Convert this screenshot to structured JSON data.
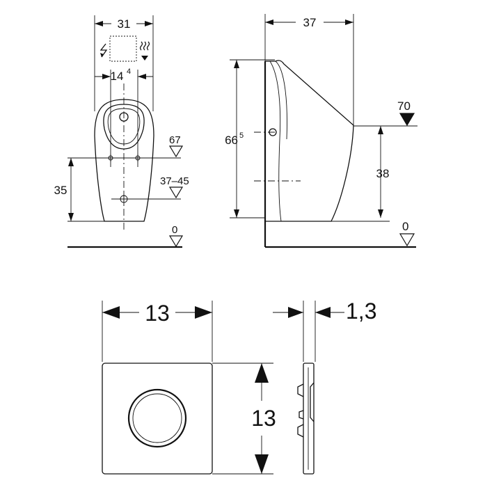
{
  "top_left_view": {
    "width": "31",
    "hole_spacing": "14",
    "hole_spacing_sup": "4",
    "height_35": "35",
    "level_67": "67",
    "level_37_45": "37–45",
    "level_0": "0",
    "icons": [
      "electric-power-icon",
      "sensor-waves-icon"
    ]
  },
  "top_right_view": {
    "depth": "37",
    "height": "66",
    "height_sup": "5",
    "height_38": "38",
    "level_70": "70",
    "level_0": "0"
  },
  "flush_plate": {
    "width": "13",
    "height": "13",
    "thickness": "1,3"
  }
}
